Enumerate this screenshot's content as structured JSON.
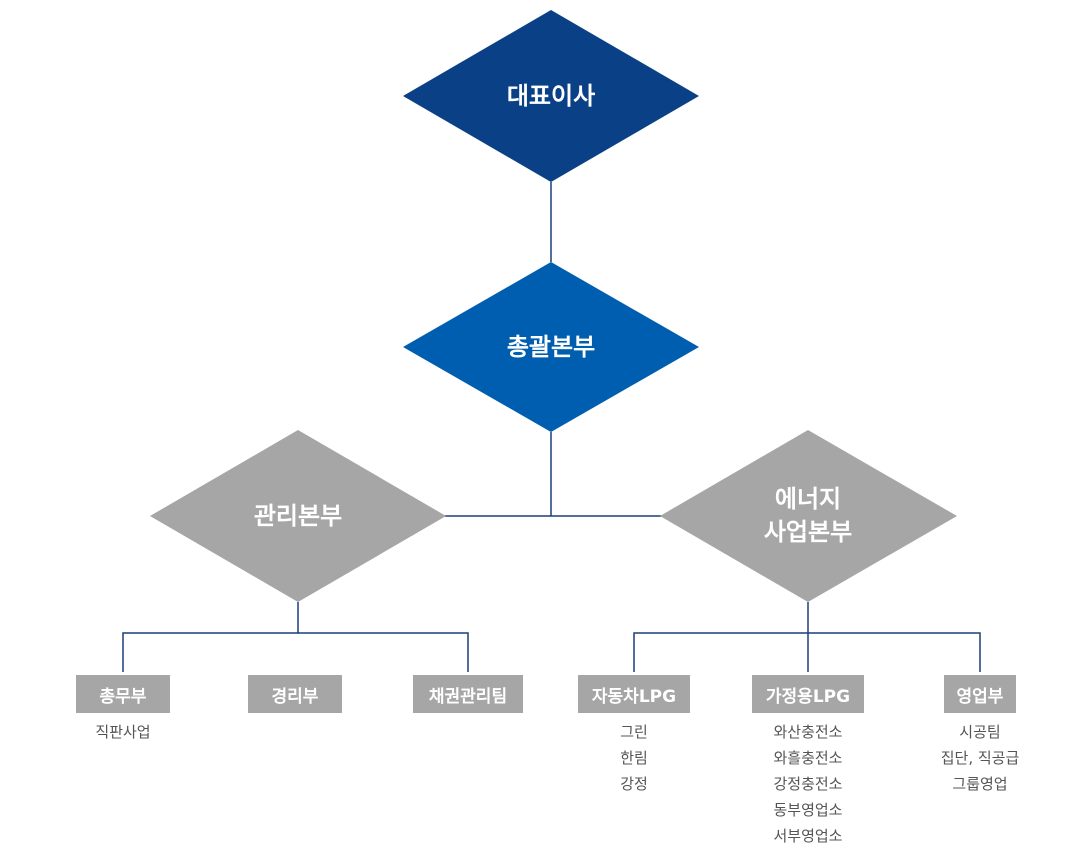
{
  "colors": {
    "ceo": "#0a4086",
    "hq": "#005eb0",
    "division": "#a6a6a6",
    "line": "#1b3f7a",
    "subtext": "#555555"
  },
  "ceo": {
    "label": "대표이사"
  },
  "hq": {
    "label": "총괄본부"
  },
  "mgmt": {
    "label": "관리본부"
  },
  "energy": {
    "label_line1": "에너지",
    "label_line2": "사업본부"
  },
  "departments": {
    "general_affairs": {
      "label": "총무부",
      "subs": [
        "직판사업"
      ]
    },
    "accounting": {
      "label": "경리부",
      "subs": []
    },
    "credit": {
      "label": "채권관리팀",
      "subs": []
    },
    "auto_lpg": {
      "label": "자동차LPG",
      "subs": [
        "그린",
        "한림",
        "강정"
      ]
    },
    "home_lpg": {
      "label": "가정용LPG",
      "subs": [
        "와산충전소",
        "와흘충전소",
        "강정충전소",
        "동부영업소",
        "서부영업소"
      ]
    },
    "sales": {
      "label": "영업부",
      "subs": [
        "시공팀",
        "집단, 직공급",
        "그룹영업"
      ]
    }
  }
}
